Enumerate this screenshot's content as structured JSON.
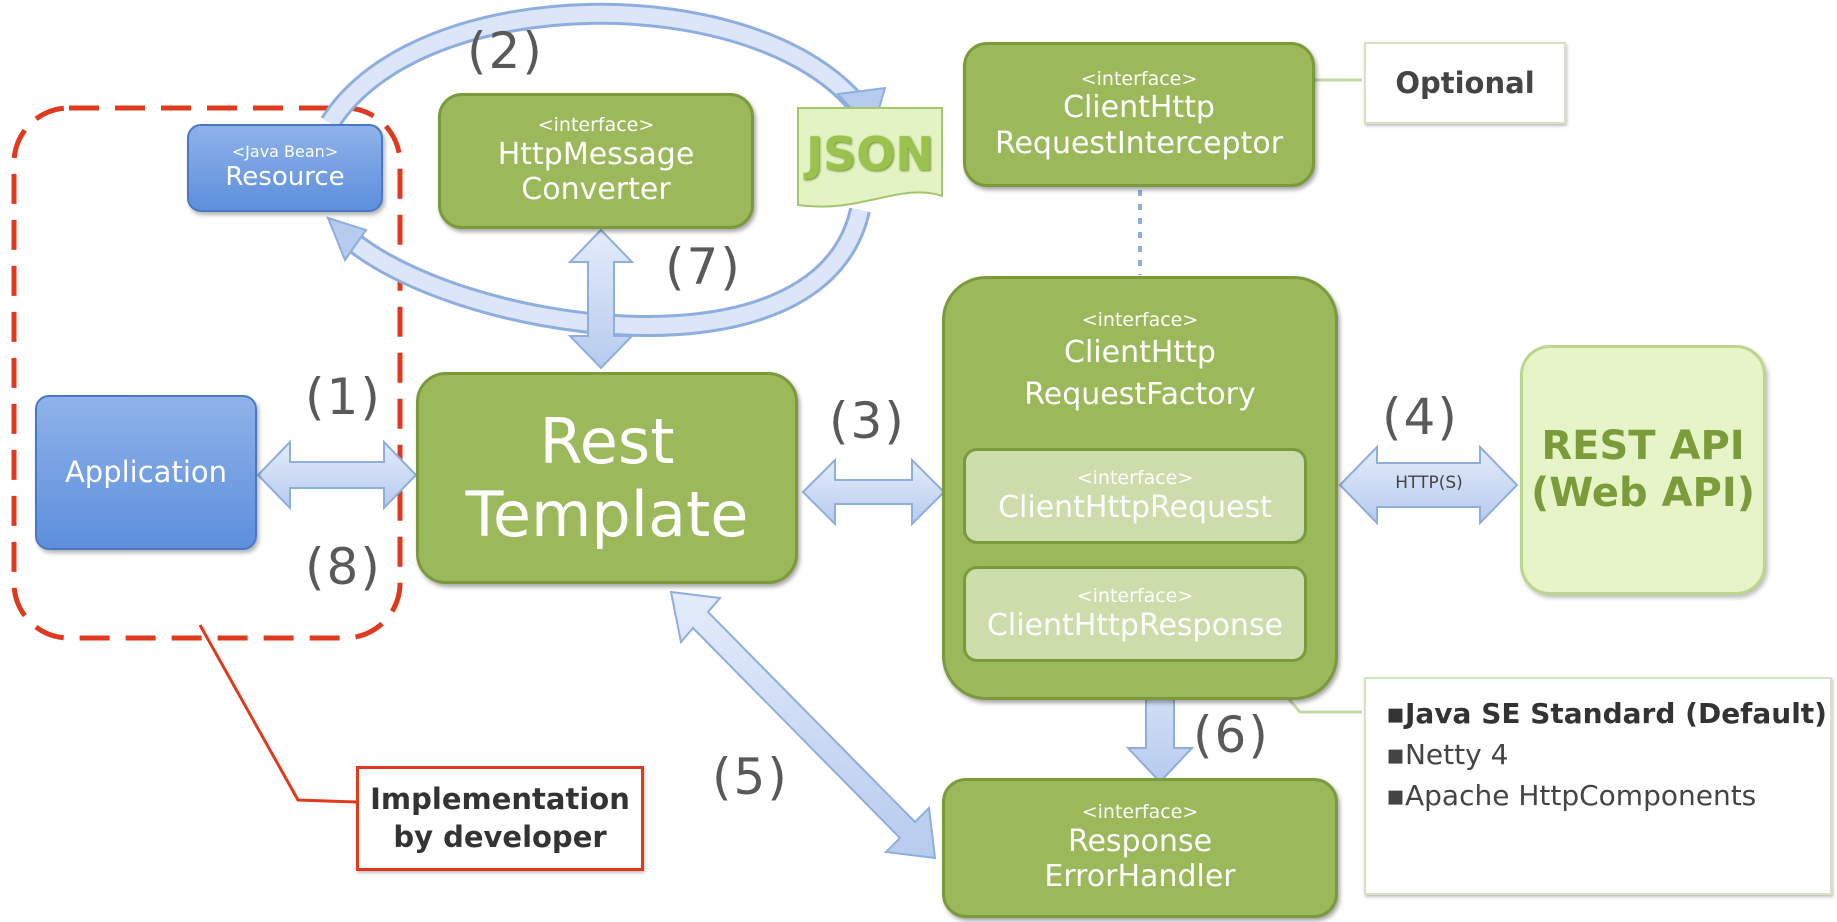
{
  "resource": {
    "stereotype": "<Java Bean>",
    "label": "Resource"
  },
  "application": {
    "label": "Application"
  },
  "converter": {
    "stereotype": "<interface>",
    "line1": "HttpMessage",
    "line2": "Converter"
  },
  "json_doc": {
    "label": "JSON"
  },
  "interceptor": {
    "stereotype": "<interface>",
    "line1": "ClientHttp",
    "line2": "RequestInterceptor"
  },
  "optional_note": {
    "label": "Optional"
  },
  "rest_template": {
    "line1": "Rest",
    "line2": "Template"
  },
  "factory": {
    "stereotype": "<interface>",
    "line1": "ClientHttp",
    "line2": "RequestFactory"
  },
  "request": {
    "stereotype": "<interface>",
    "label": "ClientHttpRequest"
  },
  "response": {
    "stereotype": "<interface>",
    "label": "ClientHttpResponse"
  },
  "error_handler": {
    "stereotype": "<interface>",
    "line1": "Response",
    "line2": "ErrorHandler"
  },
  "rest_api": {
    "line1": "REST API",
    "line2": "(Web API)"
  },
  "http_label": "HTTP(S)",
  "step_labels": {
    "s1": "(1)",
    "s2": "(2)",
    "s3": "(3)",
    "s4": "(4)",
    "s5": "(5)",
    "s6": "(6)",
    "s7": "(7)",
    "s8": "(8)"
  },
  "implementations": [
    "Java SE Standard (Default)",
    "Netty 4",
    "Apache HttpComponents"
  ],
  "developer_note": {
    "line1": "Implementation",
    "line2": "by developer"
  },
  "colors": {
    "green": "#9bb95a",
    "green_border": "#7b9a3c",
    "blue": "#6f9be0",
    "red_dash": "#e03a1e",
    "arrow_fill": "#c9d9f3",
    "arrow_stroke": "#8eaee0"
  }
}
